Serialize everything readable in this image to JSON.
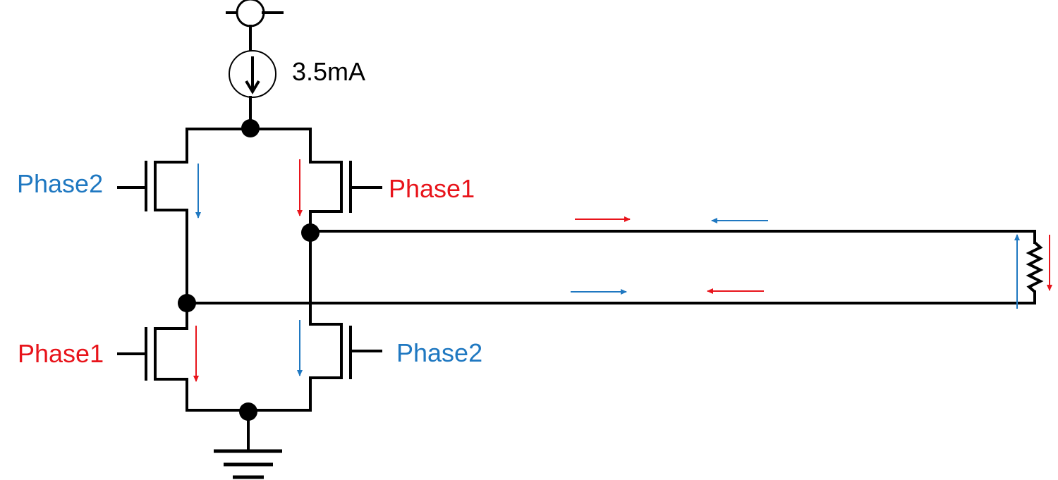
{
  "colors": {
    "wire": "#000000",
    "phase1": "#e8141b",
    "phase2": "#1f78c1"
  },
  "source": {
    "current_label": "3.5mA",
    "icon": "current-source-icon"
  },
  "transistors": {
    "top_left_gate_label": "Phase2",
    "top_right_gate_label": "Phase1",
    "bottom_left_gate_label": "Phase1",
    "bottom_right_gate_label": "Phase2"
  },
  "ground": {
    "icon": "ground-icon"
  },
  "load": {
    "icon": "resistor-icon"
  }
}
